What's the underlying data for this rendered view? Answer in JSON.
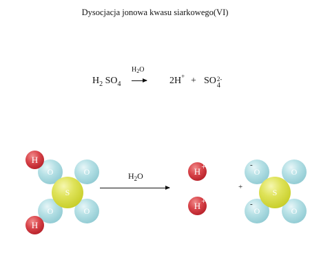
{
  "title": "Dysocjacja jonowa kwasu siarkowego(VI)",
  "equation": {
    "reactant": {
      "h": "H",
      "h_sub": "2",
      "so": "SO",
      "so_sub": "4"
    },
    "solvent": {
      "h": "H",
      "h_sub": "2",
      "o": "O"
    },
    "product1": {
      "coef": "2",
      "h": "H",
      "charge": "+"
    },
    "plus": "+",
    "product2": {
      "so": "SO",
      "sub": "4",
      "charge": "2-"
    }
  },
  "diagram": {
    "solvent": {
      "h": "H",
      "h_sub": "2",
      "o": "O"
    },
    "plus": "+",
    "atom_labels": {
      "h": "H",
      "o": "O",
      "s": "S"
    },
    "h_ion_charge": "+",
    "o_minus_charge": "-"
  }
}
